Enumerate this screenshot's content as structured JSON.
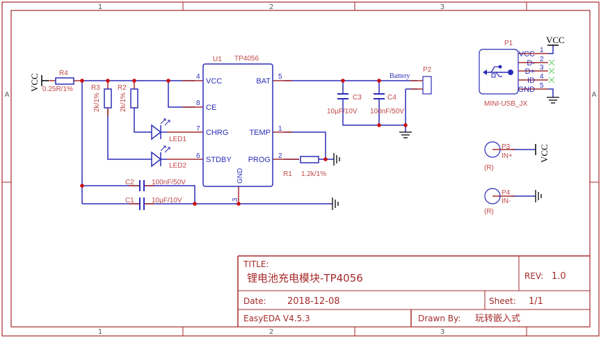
{
  "colors": {
    "frame": "#a52a2a",
    "wire": "#2b2bb8",
    "pin": "#a52a2a",
    "junction": "#cc1010",
    "ref": "#c04848",
    "pinname": "#2b2bb8",
    "power": "#000000",
    "noconnect": "#66cc66",
    "title_text": "#a52a2a"
  },
  "frame": {
    "columns": [
      "1",
      "2",
      "3"
    ],
    "rows": [
      "A"
    ]
  },
  "title_block": {
    "title_label": "TITLE:",
    "title": "锂电池充电模块-TP4056",
    "rev_label": "REV:",
    "rev": "1.0",
    "date_label": "Date:",
    "date": "2018-12-08",
    "sheet_label": "Sheet:",
    "sheet": "1/1",
    "software": "EasyEDA V4.5.3",
    "drawn_by_label": "Drawn By:",
    "drawn_by": "玩转嵌入式"
  },
  "components": {
    "U1": {
      "ref": "U1",
      "value": "TP4056",
      "pins_left": [
        {
          "num": "4",
          "name": "VCC"
        },
        {
          "num": "8",
          "name": "CE"
        },
        {
          "num": "7",
          "name": "CHRG"
        },
        {
          "num": "6",
          "name": "STDBY"
        }
      ],
      "pins_right": [
        {
          "num": "5",
          "name": "BAT"
        },
        {
          "num": "1",
          "name": "TEMP"
        },
        {
          "num": "2",
          "name": "PROG"
        }
      ],
      "pin_bottom": {
        "num": "3",
        "name": "GND"
      }
    },
    "R4": {
      "ref": "R4",
      "value": "0.25R/1%"
    },
    "R3": {
      "ref": "R3",
      "value": "2k/1%"
    },
    "R2": {
      "ref": "R2",
      "value": "2k/1%"
    },
    "R1": {
      "ref": "R1",
      "value": "1.2k/1%"
    },
    "LED1": {
      "ref": "LED1"
    },
    "LED2": {
      "ref": "LED2"
    },
    "C1": {
      "ref": "C1",
      "value": "10µF/10V"
    },
    "C2": {
      "ref": "C2",
      "value": "100nF/50V"
    },
    "C3": {
      "ref": "C3",
      "value": "10µF/10V"
    },
    "C4": {
      "ref": "C4",
      "value": "100nF/50V"
    },
    "P1": {
      "ref": "P1",
      "value": "MINI-USB_JX",
      "pins": [
        {
          "num": "1",
          "name": "VCC"
        },
        {
          "num": "2",
          "name": "D-"
        },
        {
          "num": "3",
          "name": "D+"
        },
        {
          "num": "4",
          "name": "ID"
        },
        {
          "num": "5",
          "name": "GND"
        }
      ]
    },
    "P2": {
      "ref": "P2",
      "net_label": "Battery"
    },
    "P3": {
      "ref": "P3",
      "value": "IN+",
      "attr": "(R)"
    },
    "P4": {
      "ref": "P4",
      "value": "IN-",
      "attr": "(R)"
    }
  },
  "power_labels": {
    "vcc_left": "VCC",
    "vcc_usb": "VCC",
    "vcc_p3": "VCC"
  }
}
